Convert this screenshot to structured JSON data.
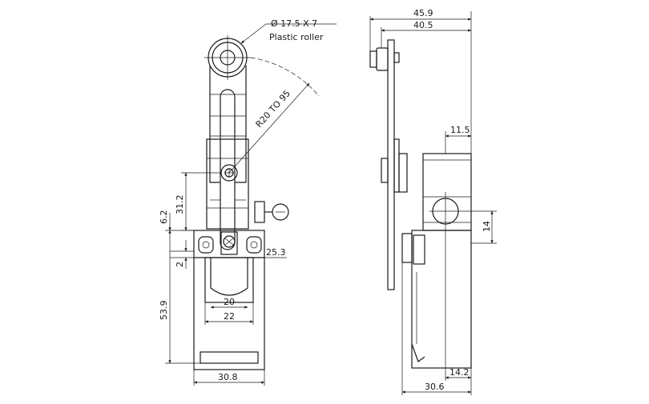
{
  "front_view": {
    "roller_callout": {
      "size": "Ø 17.5 X 7",
      "material": "Plastic roller"
    },
    "radius_label": "R20 TO 95",
    "dims": {
      "height_31_2": "31.2",
      "height_6_2": "6.2",
      "height_2": "2",
      "height_53_9": "53.9",
      "width_20": "20",
      "width_22": "22",
      "width_30_8": "30.8",
      "offset_25_3": "25.3"
    }
  },
  "side_view": {
    "dims": {
      "width_45_9": "45.9",
      "width_40_5": "40.5",
      "width_11_5": "11.5",
      "height_14": "14",
      "width_14_2": "14.2",
      "width_30_6": "30.6"
    }
  }
}
